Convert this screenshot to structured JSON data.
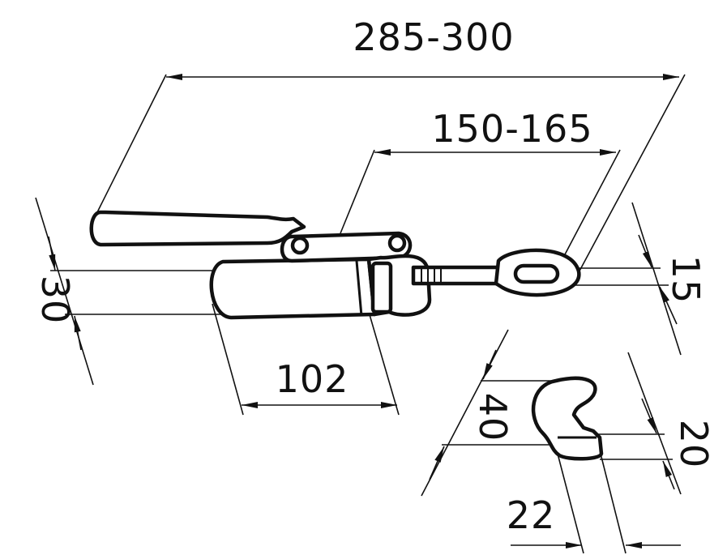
{
  "drawing": {
    "dimensions": {
      "overall_length": "285-300",
      "hook_reach": "150-165",
      "height_left": "30",
      "eye_height": "15",
      "base_length": "102",
      "catch_height": "40",
      "catch_slot": "20",
      "catch_width": "22"
    },
    "colors": {
      "line": "#111111",
      "background": "#ffffff"
    }
  }
}
